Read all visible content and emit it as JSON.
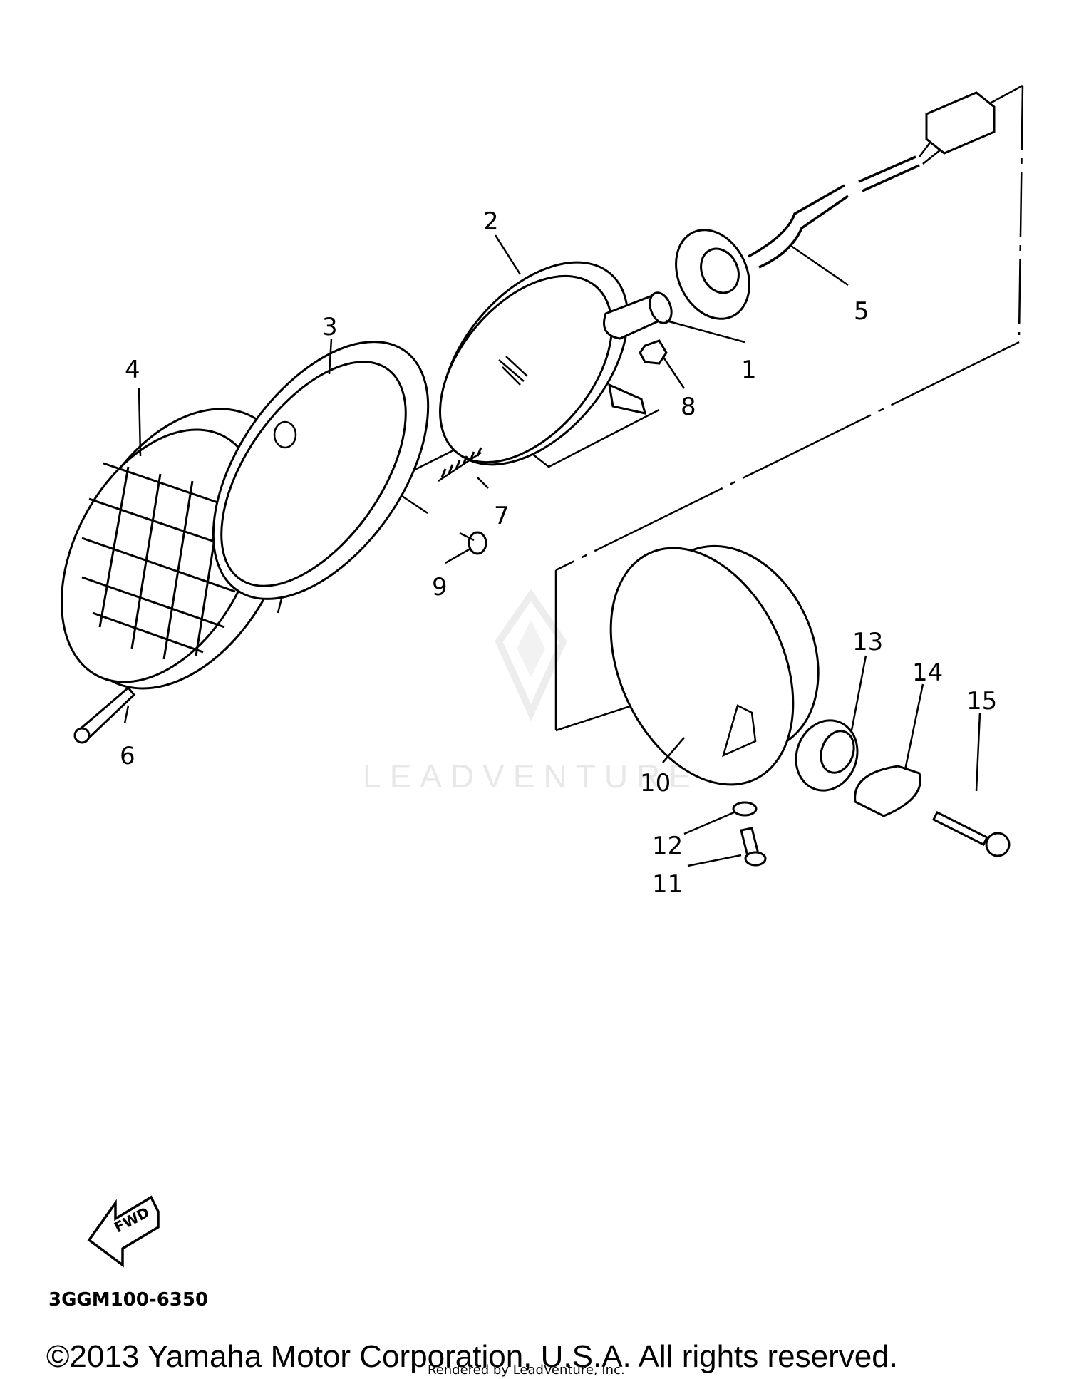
{
  "diagram": {
    "watermark": "LEADVENTURE",
    "callouts": [
      "1",
      "2",
      "3",
      "4",
      "5",
      "6",
      "7",
      "8",
      "9",
      "10",
      "11",
      "12",
      "13",
      "14",
      "15"
    ],
    "fwd_label": "FWD",
    "part_code": "3GGM100-6350",
    "copyright": "©2013 Yamaha Motor Corporation, U.S.A. All rights reserved.",
    "rendered_by": "Rendered by LeadVenture, Inc."
  }
}
